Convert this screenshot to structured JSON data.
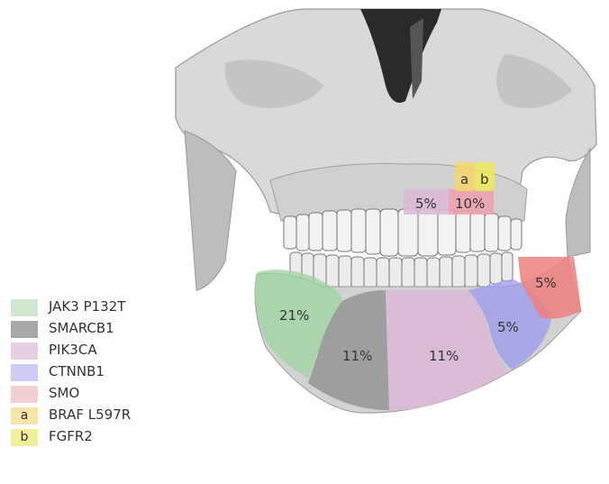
{
  "legend": {
    "items": [
      {
        "label": "JAK3 P132T",
        "color": "#cfe6cf",
        "marker": ""
      },
      {
        "label": "SMARCB1",
        "color": "#a8a8a8",
        "marker": ""
      },
      {
        "label": "PIK3CA",
        "color": "#e6cfe3",
        "marker": ""
      },
      {
        "label": "CTNNB1",
        "color": "#ccccf5",
        "marker": ""
      },
      {
        "label": "SMO",
        "color": "#f2cfd3",
        "marker": ""
      },
      {
        "label": "BRAF L597R",
        "color": "#f7e4a8",
        "marker": "a"
      },
      {
        "label": "FGFR2",
        "color": "#f1ef9c",
        "marker": "b"
      }
    ]
  },
  "regions": {
    "jak3": {
      "percent": "21%",
      "color": "#9fd49f"
    },
    "smarcb1": {
      "percent": "11%",
      "color": "#8c8c8c"
    },
    "pik3ca": {
      "percent": "11%",
      "color": "#dcb9d7"
    },
    "ctnnb1": {
      "percent": "5%",
      "color": "#9999ee"
    },
    "smo": {
      "percent": "5%",
      "color": "#ee7f80"
    },
    "maxilla_left": {
      "percent": "5%",
      "color": "#dcb9d7"
    },
    "maxilla_right": {
      "percent": "10%",
      "color": "#ee9fae"
    },
    "braf": {
      "marker": "a",
      "color": "#f7d66a"
    },
    "fgfr2": {
      "marker": "b",
      "color": "#ecea5a"
    }
  }
}
